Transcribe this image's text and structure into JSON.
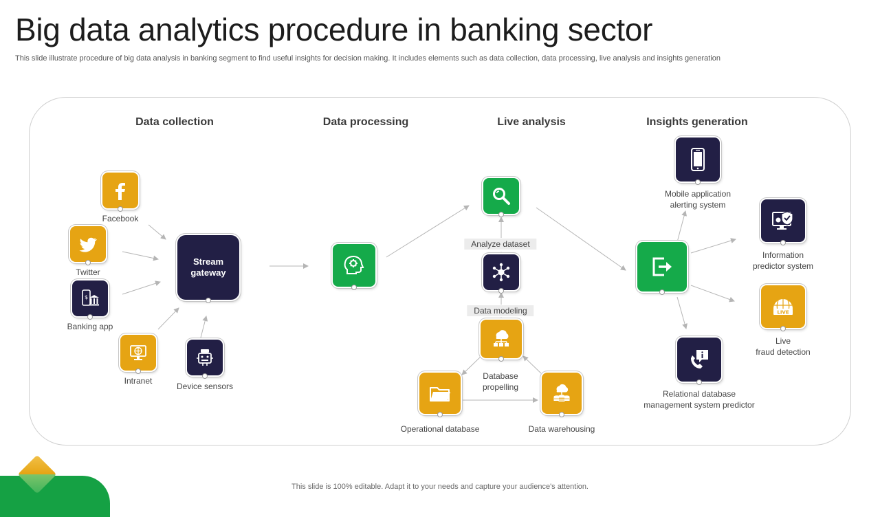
{
  "title": "Big data analytics procedure in banking sector",
  "subtitle": "This slide illustrate procedure of big data analysis in banking segment to find useful insights for decision making. It includes elements such as data collection, data processing, live analysis and insights generation",
  "stages": {
    "collection": "Data collection",
    "processing": "Data processing",
    "live": "Live analysis",
    "insights": "Insights generation"
  },
  "collection": {
    "facebook": "Facebook",
    "twitter": "Twitter",
    "banking_app": "Banking app",
    "intranet": "Intranet",
    "device_sensors": "Device sensors",
    "gateway_line1": "Stream",
    "gateway_line2": "gateway"
  },
  "live": {
    "analyze_dataset": "Analyze dataset",
    "data_modeling": "Data modeling",
    "database_propelling_1": "Database",
    "database_propelling_2": "propelling",
    "operational_database": "Operational database",
    "data_warehousing": "Data warehousing"
  },
  "insights": {
    "mobile_1": "Mobile application",
    "mobile_2": "alerting system",
    "info_1": "Information",
    "info_2": "predictor system",
    "live_1": "Live",
    "live_2": "fraud detection",
    "rdbms_1": "Relational database",
    "rdbms_2": "management  system predictor",
    "live_badge": "LIVE"
  },
  "footer": "This slide is 100% editable. Adapt it to your needs and capture your audience's attention.",
  "colors": {
    "gold": "#e6a413",
    "navy": "#221f45",
    "green": "#15aa4a",
    "arrow": "#b5b5b5"
  }
}
